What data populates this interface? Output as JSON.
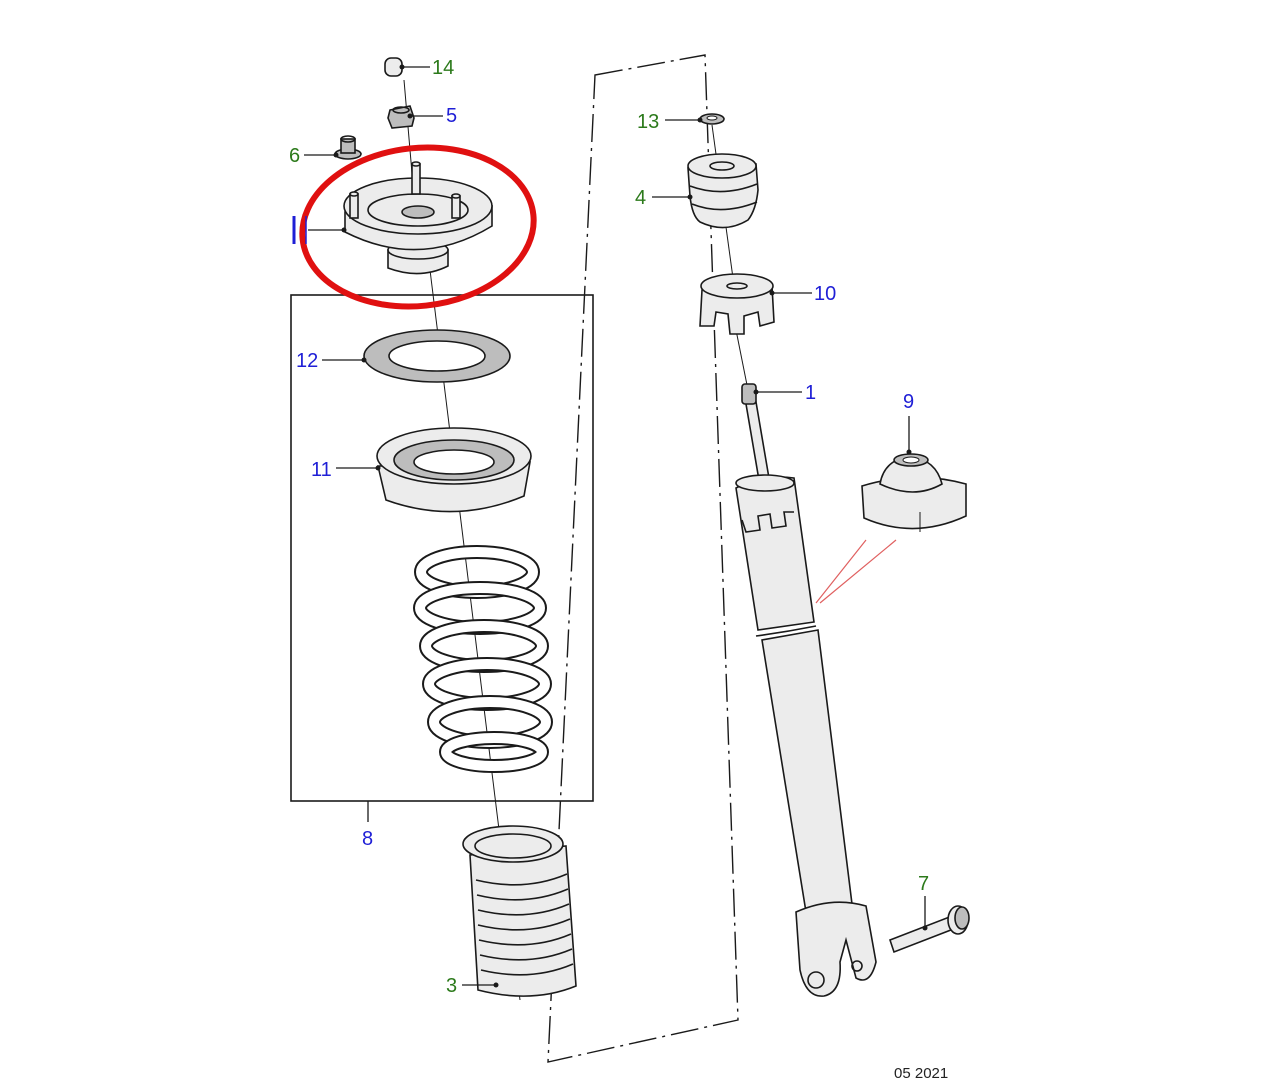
{
  "colors": {
    "label_blue": "#1f1fd6",
    "label_green": "#2c7a1b",
    "highlight_circle": "#e01010",
    "pointer_lines": "#e06060"
  },
  "labels": {
    "l14": "14",
    "l5": "5",
    "l6": "6",
    "l13": "13",
    "l4": "4",
    "l10": "10",
    "l12": "12",
    "l1": "1",
    "l9": "9",
    "l11": "11",
    "l8": "8",
    "l7": "7",
    "l3": "3"
  },
  "footer": {
    "date": "05 2021"
  }
}
